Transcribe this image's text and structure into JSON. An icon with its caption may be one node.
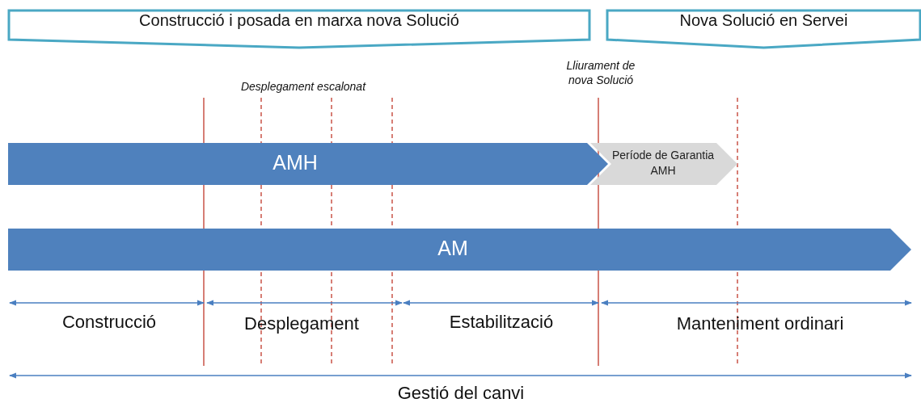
{
  "diagram": {
    "nodes": [
      {
        "text": [
          "Construcció i posada en marxa nova Solució"
        ]
      },
      {
        "text": [
          "Nova Solució en Servei"
        ]
      },
      {
        "text": [
          "AMH"
        ]
      },
      {
        "text": [
          "Període de Garantia AMH"
        ]
      },
      {
        "text": [
          "AM"
        ]
      }
    ],
    "labels": [
      "Lliurament de nova Solució",
      "Desplegament escalonat",
      "Construcció",
      "Desplegament",
      "Estabilització",
      "Manteniment ordinari",
      "Gestió del canvi"
    ]
  }
}
